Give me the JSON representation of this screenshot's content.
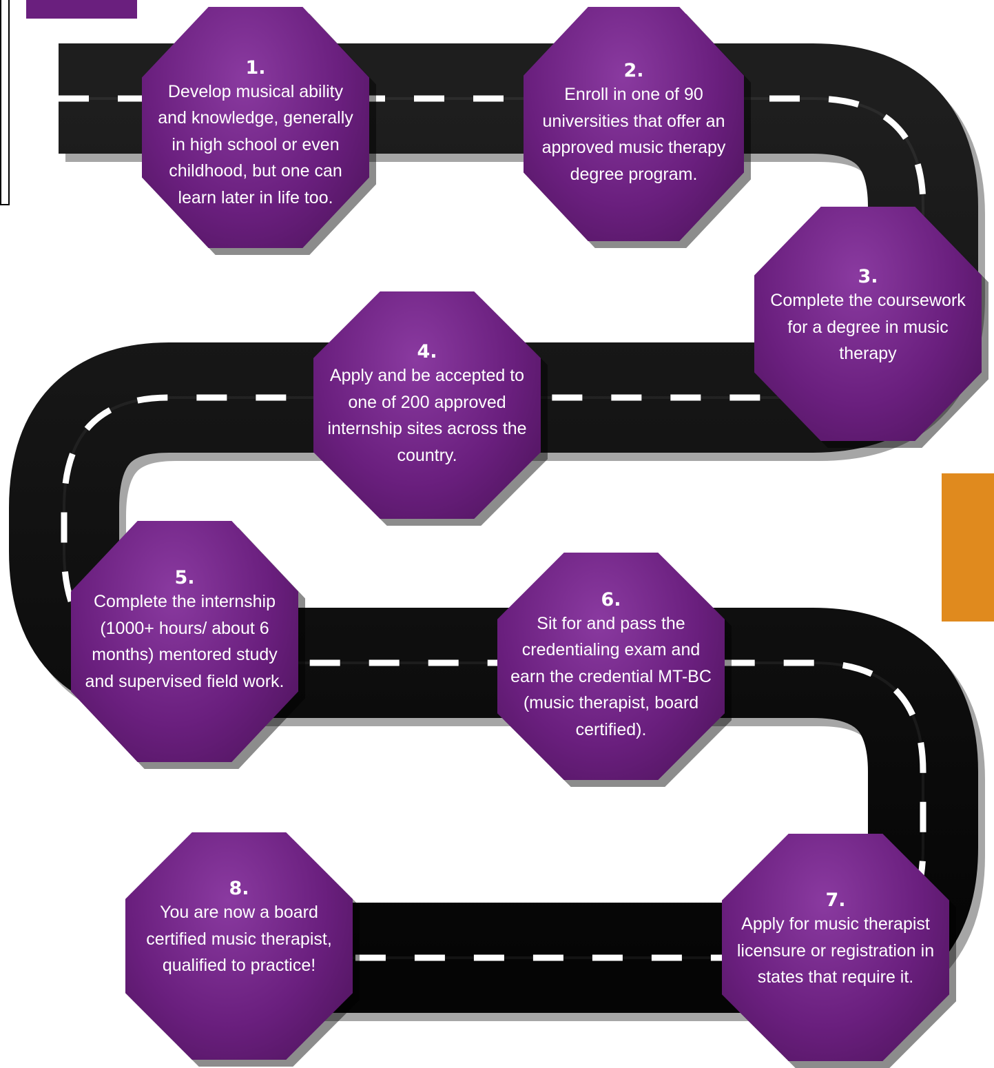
{
  "colors": {
    "road": "#0d0d0d",
    "road_dash": "#ffffff",
    "octagon_fill": "#6a1f7e",
    "octagon_dark": "#4a1257",
    "octagon_light": "#8a3aa0",
    "tab_purple": "#6a1f7e",
    "tab_orange": "#e08a1e",
    "text": "#ffffff"
  },
  "steps": [
    {
      "number": "1.",
      "text": "Develop musical ability and knowledge, generally in high school or even childhood, but one can learn later in life too."
    },
    {
      "number": "2.",
      "text": "Enroll in one of 90 universities that offer an approved music therapy degree program."
    },
    {
      "number": "3.",
      "text": "Complete the coursework for a degree in music therapy"
    },
    {
      "number": "4.",
      "text": "Apply and be accepted to one of 200 approved internship sites across the country."
    },
    {
      "number": "5.",
      "text": "Complete the internship (1000+ hours/ about 6 months) mentored study and supervised field work."
    },
    {
      "number": "6.",
      "text": "Sit for and pass the credentialing exam and earn the credential MT-BC (music therapist, board certified)."
    },
    {
      "number": "7.",
      "text": "Apply for music therapist licensure or registration in states that require it."
    },
    {
      "number": "8.",
      "text": "You are now a board certified music therapist, qualified to practice!"
    }
  ]
}
